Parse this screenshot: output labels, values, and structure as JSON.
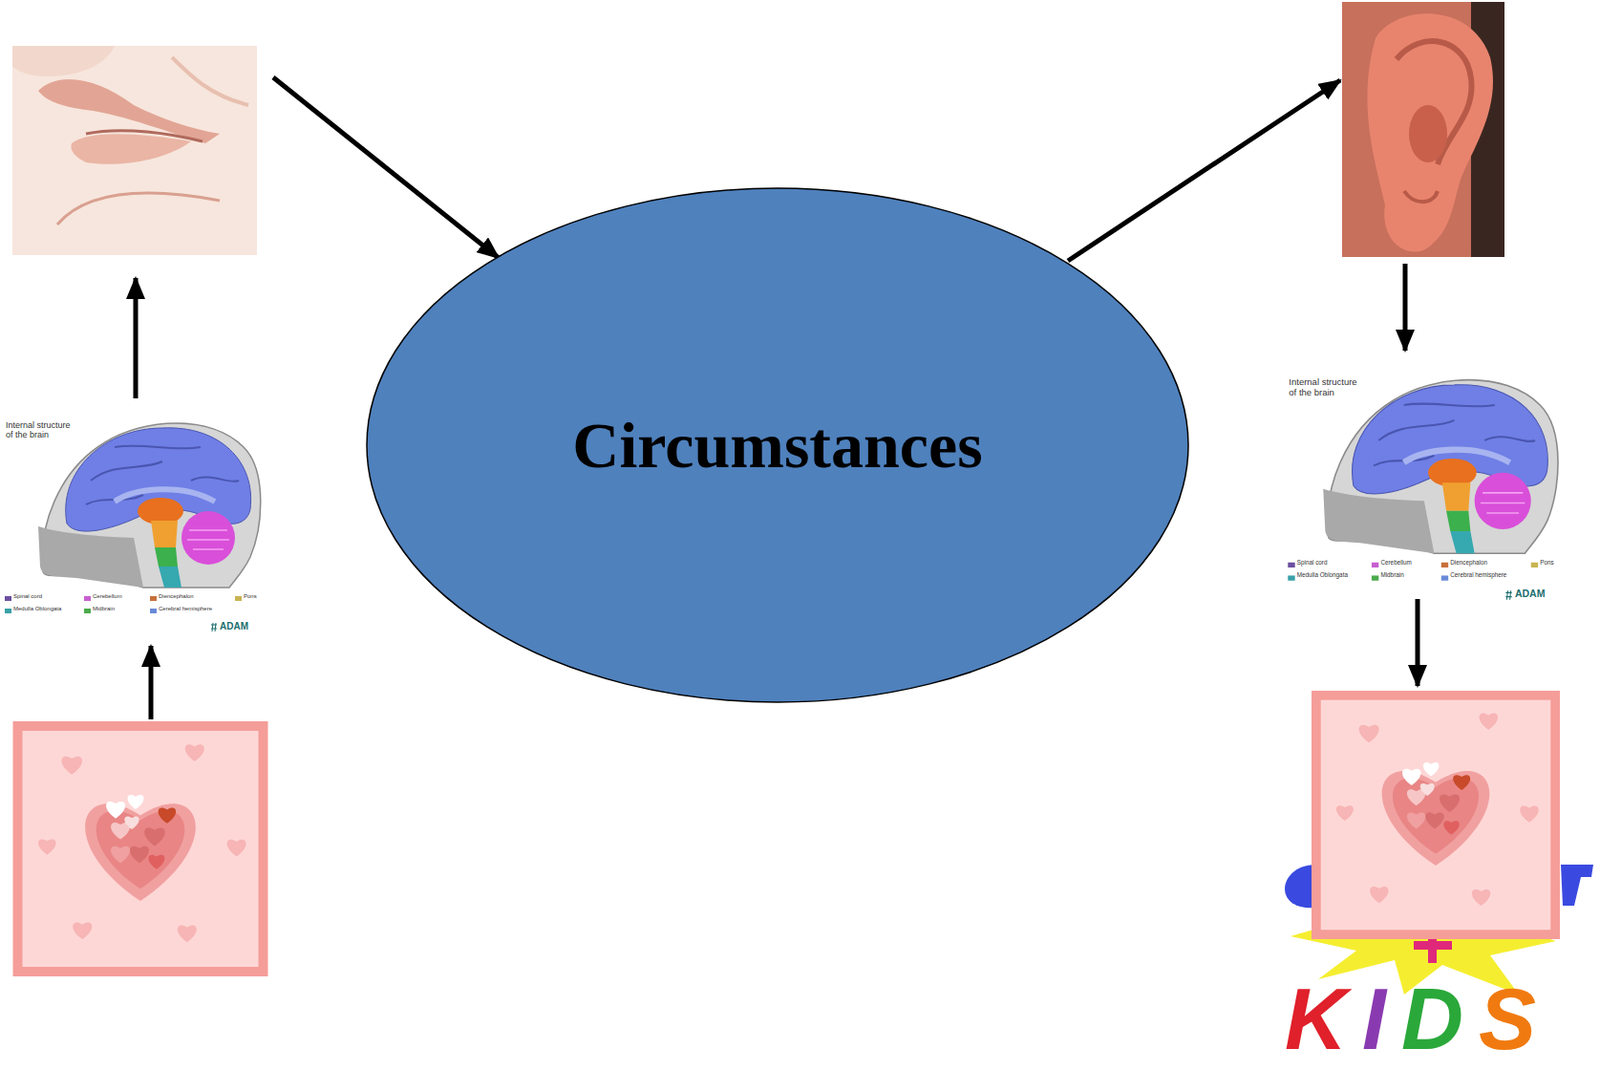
{
  "diagram": {
    "nodes": [
      {
        "text": [
          "Circumstances"
        ]
      }
    ],
    "labels": [
      "Internal structure of the brain",
      "Spinal cord",
      "Cerebellum",
      "Diencephalon",
      "Pons",
      "Medulla Oblongata",
      "Midbrain",
      "Cerebral hemisphere",
      "ADAM",
      "Internal structure of the brain",
      "Spinal cord",
      "Cerebellum",
      "Diencephalon",
      "Pons",
      "Medulla Oblongata",
      "Midbrain",
      "Cerebral hemisphere",
      "ADAM",
      "KIDS"
    ]
  }
}
